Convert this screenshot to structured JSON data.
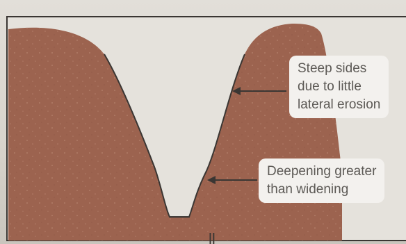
{
  "diagram": {
    "colors": {
      "rock": "#9c634f",
      "paper": "#e5e2dc",
      "outline": "#3a3633",
      "label_bg": "#f3f1ee",
      "label_text": "#5c5955",
      "arrow": "#3a3633"
    },
    "annotations": {
      "steep_sides": "Steep sides\ndue to little\nlateral erosion",
      "deepening": "Deepening greater\nthan widening"
    },
    "caption_fragment": "ll"
  }
}
